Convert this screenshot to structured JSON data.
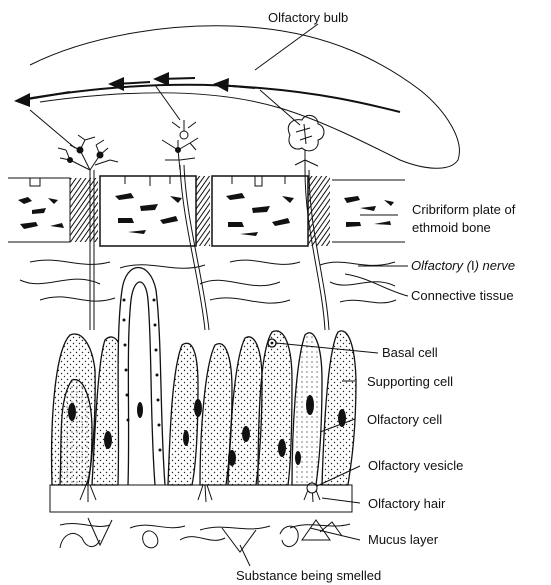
{
  "labels": {
    "olfactory_bulb": "Olfactory bulb",
    "cribriform_line1": "Cribriform plate of",
    "cribriform_line2": "ethmoid bone",
    "olfactory_nerve_prefix": "Olfactory (",
    "olfactory_nerve_roman": "I",
    "olfactory_nerve_suffix": ") nerve",
    "connective_tissue": "Connective tissue",
    "basal_cell": "Basal cell",
    "supporting_cell": "Supporting cell",
    "olfactory_cell": "Olfactory cell",
    "olfactory_vesicle": "Olfactory vesicle",
    "olfactory_hair": "Olfactory hair",
    "mucus_layer": "Mucus layer",
    "substance": "Substance being smelled"
  },
  "colors": {
    "ink": "#111111",
    "paper": "#ffffff"
  }
}
